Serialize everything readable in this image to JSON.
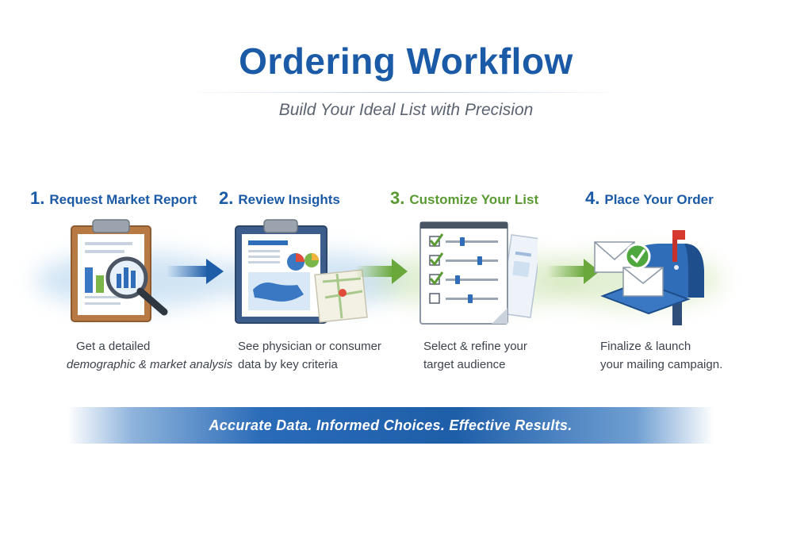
{
  "header": {
    "title": "Ordering Workflow",
    "subtitle": "Build Your Ideal List with Precision"
  },
  "steps": [
    {
      "number": "1.",
      "title": "Request Market Report",
      "icon": "clipboard-magnifier-icon",
      "desc_line1": "Get a detailed",
      "desc_line2": "demographic & market analysis",
      "color": "#1a5aa6"
    },
    {
      "number": "2.",
      "title": "Review Insights",
      "icon": "report-map-icon",
      "desc_line1": "See physician or consumer",
      "desc_line2": "data by key criteria",
      "color": "#1a5aa6"
    },
    {
      "number": "3.",
      "title": "Customize Your List",
      "icon": "checklist-sliders-icon",
      "desc_line1": "Select & refine your",
      "desc_line2": "target audience",
      "color": "#5a9a32"
    },
    {
      "number": "4.",
      "title": "Place Your Order",
      "icon": "mailbox-icon",
      "desc_line1": "Finalize & launch",
      "desc_line2": "your mailing campaign.",
      "color": "#1a5aa6"
    }
  ],
  "arrows": [
    {
      "icon": "arrow-right-blue-icon",
      "color": "#1e5ea9"
    },
    {
      "icon": "arrow-right-green-icon",
      "color": "#6aa83c"
    },
    {
      "icon": "arrow-right-green-icon",
      "color": "#6aa83c"
    }
  ],
  "banner": {
    "text": "Accurate Data. Informed Choices. Effective Results."
  }
}
